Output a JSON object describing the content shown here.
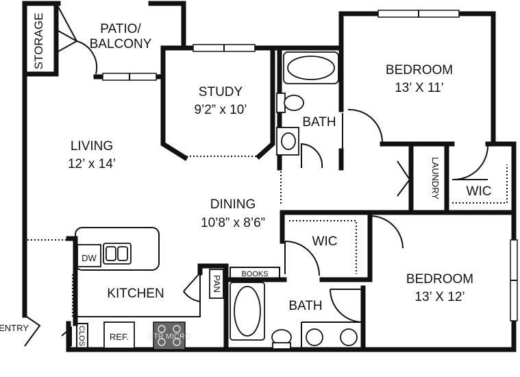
{
  "rooms": {
    "storage": "STORAGE",
    "patio": {
      "line1": "PATIO/",
      "line2": "BALCONY"
    },
    "study": {
      "name": "STUDY",
      "dims": "9’2” x 10’"
    },
    "bath_upper": "BATH",
    "bedroom_upper": {
      "name": "BEDROOM",
      "dims": "13’ X 11’"
    },
    "living": {
      "name": "LIVING",
      "dims": "12’ x 14’"
    },
    "laundry": "LAUNDRY",
    "wic_right": "WIC",
    "dining": {
      "name": "DINING",
      "dims": "10’8” x 8’6”"
    },
    "wic_center": "WIC",
    "dw": "DW",
    "pan": "PAN",
    "books": "BOOKS",
    "kitchen": "KITCHEN",
    "bath_lower": "BATH",
    "bedroom_lower": {
      "name": "BEDROOM",
      "dims": "13’ X 12’"
    },
    "entry": "ENTRY",
    "clos": "CLOS",
    "ref": "REF.",
    "microwave": "OTR MICRO"
  }
}
